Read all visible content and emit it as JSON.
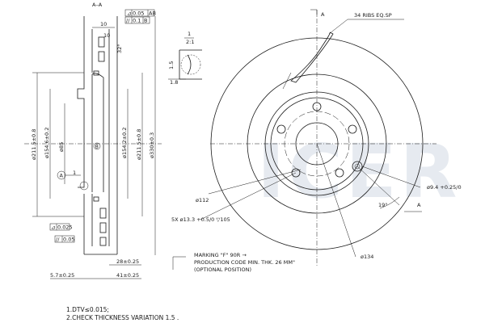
{
  "watermark": "ICER",
  "section_label": "A–A",
  "view_label": "A",
  "scale": {
    "top": "1",
    "bottom": "2:1"
  },
  "detail_dims": {
    "groove": "1.5",
    "offset": "1.8"
  },
  "tolerances": [
    {
      "symbol": "⊿",
      "value": "0.05",
      "datum": "AB"
    },
    {
      "symbol": "//",
      "value": "0.1",
      "datum": "B"
    }
  ],
  "bottom_tolerances": [
    {
      "symbol": "⊿",
      "value": "0.025"
    },
    {
      "symbol": "//",
      "value": "0.05"
    }
  ],
  "section_dims": {
    "width_top": "10",
    "inner_width": "10",
    "vane_angle": "32°",
    "d1": "ø211.5±0.8",
    "d2": "ø154.6±0.2",
    "d3": "ø85",
    "d4": "ø154.2±0.2",
    "d5": "ø211.5±0.8",
    "d6": "ø330±0.3",
    "thickness": "28±0.25",
    "hat_height": "41±0.25",
    "hat_offset": "5.7±0.25",
    "radius": "1"
  },
  "front_dims": {
    "ribs": "34 RIBS EQ.SP",
    "hub_bore": "ø112",
    "bolts": "5X ø13.3 +0.5/0  ▽105",
    "pin_hole": "ø9.4 +0.25/0",
    "angle": "19°",
    "pcd": "ø134"
  },
  "marking": [
    "MARKING \"F\" 90R →",
    "PRODUCTION CODE MIN. THK. 26 MM\"",
    "(OPTIONAL POSITION)"
  ],
  "notes": [
    "1.DTV≤0.015;",
    "2.CHECK THICKNESS VARIATION 1.5 ."
  ]
}
